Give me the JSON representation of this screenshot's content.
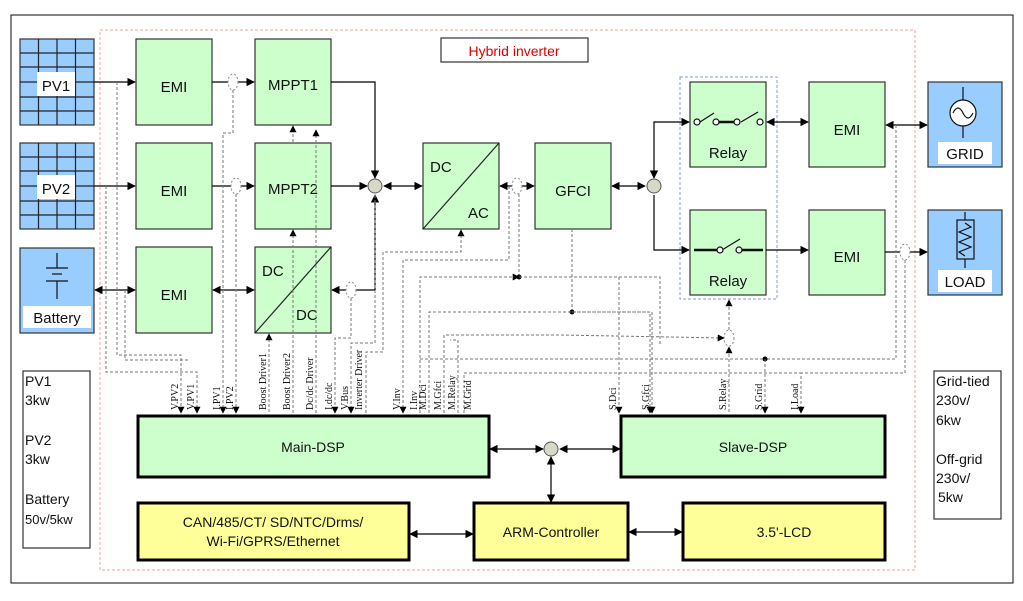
{
  "title": "Hybrid inverter",
  "colors": {
    "title_text": "#e00000",
    "power_block": "#ccffcc",
    "control_block": "#ffff99",
    "source_block": "#99ccff",
    "frame_dash": "#f0a0a0",
    "relay_group_dash": "#8899dd"
  },
  "sources": {
    "pv1": "PV1",
    "pv2": "PV2",
    "battery": "Battery",
    "grid": "GRID",
    "load": "LOAD"
  },
  "blocks": {
    "emi_pv1": "EMI",
    "emi_pv2": "EMI",
    "emi_bat": "EMI",
    "mppt1": "MPPT1",
    "mppt2": "MPPT2",
    "dcdc_in": "DC",
    "dcdc_out": "DC",
    "dcac_in": "DC",
    "dcac_out": "AC",
    "gfci": "GFCI",
    "relay1": "Relay",
    "relay2": "Relay",
    "emi_grid": "EMI",
    "emi_load": "EMI",
    "main_dsp": "Main-DSP",
    "slave_dsp": "Slave-DSP",
    "comms_line1": "CAN/485/CT/ SD/NTC/Drms/",
    "comms_line2": "Wi-Fi/GPRS/Ethernet",
    "arm": "ARM-Controller",
    "lcd": "3.5'-LCD"
  },
  "main_dsp_signals": [
    "V.PV2",
    "V.PV1",
    "I.PV1",
    "I.PV2",
    "Boost Driver1",
    "Boost Driver2",
    "Dc/dc Driver",
    "I.dc/dc",
    "V.Bus",
    "Inverter Driver",
    "V.Inv",
    "I.Inv",
    "M.Dci",
    "M.Gfci",
    "M.Relay",
    "M.Grid"
  ],
  "slave_dsp_signals": [
    "S.Dci",
    "S.Gfci",
    "S.Relay",
    "S.Grid",
    "I.Load"
  ],
  "specs_left": {
    "pv1_label": "PV1",
    "pv1_value": "3kw",
    "pv2_label": "PV2",
    "pv2_value": "3kw",
    "battery_label": "Battery",
    "battery_value": "50v/5kw"
  },
  "specs_right": {
    "grid_tied_label": "Grid-tied",
    "grid_tied_voltage": "230v/",
    "grid_tied_power": "6kw",
    "off_grid_label": "Off-grid",
    "off_grid_voltage": "230v/",
    "off_grid_power": "5kw"
  }
}
